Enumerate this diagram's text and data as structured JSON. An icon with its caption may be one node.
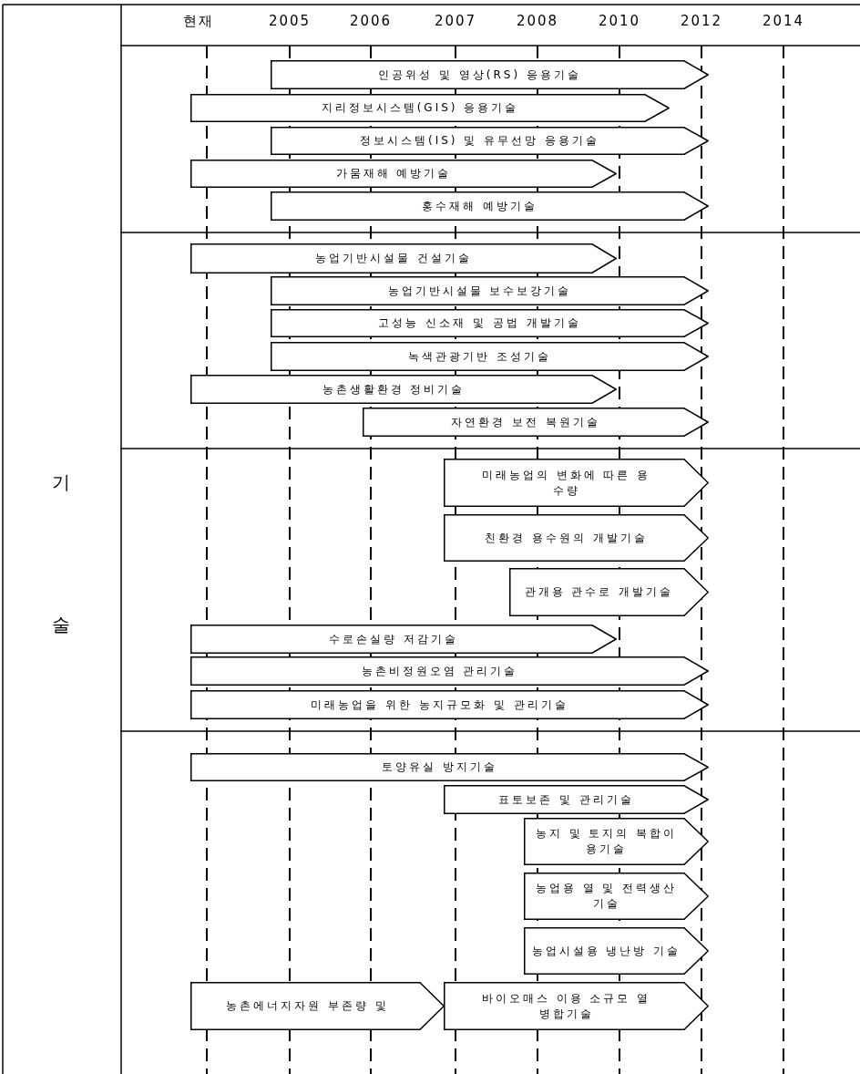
{
  "diagram": {
    "nodes": [
      {
        "text": [
          "인공위성 및 영상(RS) 응용기술"
        ]
      },
      {
        "text": [
          "지리정보시스템(GIS) 응용기술"
        ]
      },
      {
        "text": [
          "정보시스템(IS) 및 유무선망 응용기술"
        ]
      },
      {
        "text": [
          "가뭄재해 예방기술"
        ]
      },
      {
        "text": [
          "홍수재해 예방기술"
        ]
      },
      {
        "text": [
          "농업기반시설물 건설기술"
        ]
      },
      {
        "text": [
          "농업기반시설물 보수보강기술"
        ]
      },
      {
        "text": [
          "고성능 신소재 및 공법 개발기술"
        ]
      },
      {
        "text": [
          "녹색관광기반 조성기술"
        ]
      },
      {
        "text": [
          "농촌생활환경 정비기술"
        ]
      },
      {
        "text": [
          "자연환경 보전 복원기술"
        ]
      },
      {
        "text": [
          "미래농업의 변화에 따른 용수량"
        ]
      },
      {
        "text": [
          "친환경 용수원의 개발기술"
        ]
      },
      {
        "text": [
          "관개용 관수로 개발기술"
        ]
      },
      {
        "text": [
          "수로손실량 저감기술"
        ]
      },
      {
        "text": [
          "농촌비정원오염 관리기술"
        ]
      },
      {
        "text": [
          "미래농업을 위한 농지규모화 및 관리기술"
        ]
      },
      {
        "text": [
          "토양유실 방지기술"
        ]
      },
      {
        "text": [
          "표토보존 및 관리기술"
        ]
      },
      {
        "text": [
          "농지 및 토지의 복합이용기술"
        ]
      },
      {
        "text": [
          "농업용 열 및 전력생산기술"
        ]
      },
      {
        "text": [
          "농업시설용 냉난방 기술"
        ]
      },
      {
        "text": [
          "농촌에너지자원 부존량 및"
        ]
      },
      {
        "text": [
          "바이오매스 이용 소규모 열병합기술"
        ]
      }
    ],
    "labels": [
      "현재",
      "2005",
      "2006",
      "2007",
      "2008",
      "2010",
      "2012",
      "2014",
      "기술"
    ]
  }
}
